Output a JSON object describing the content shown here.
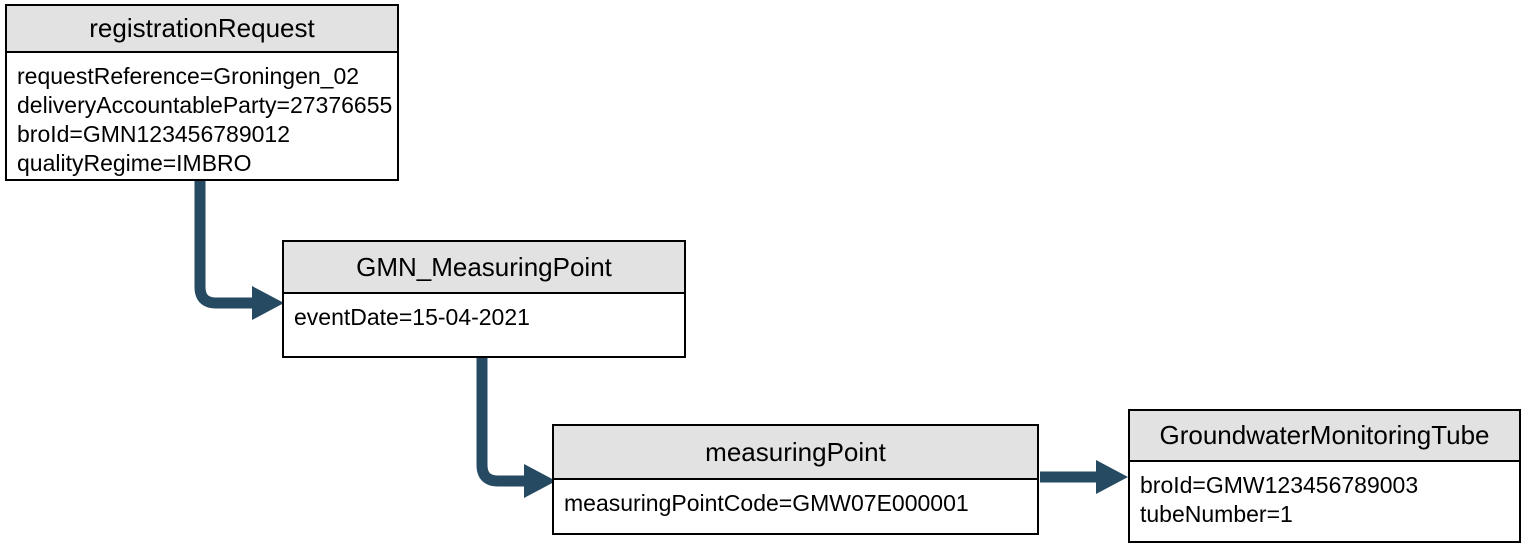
{
  "colors": {
    "arrow": "#254A61",
    "node_header_fill": "#E2E2E2",
    "node_border": "#000000",
    "background": "#FFFFFF",
    "text": "#000000"
  },
  "nodes": [
    {
      "title": "registrationRequest",
      "attributes": [
        "requestReference=Groningen_02",
        "deliveryAccountableParty=27376655",
        "broId=GMN123456789012",
        "qualityRegime=IMBRO"
      ]
    },
    {
      "title": "GMN_MeasuringPoint",
      "attributes": [
        "eventDate=15-04-2021"
      ]
    },
    {
      "title": "measuringPoint",
      "attributes": [
        "measuringPointCode=GMW07E000001"
      ]
    },
    {
      "title": "GroundwaterMonitoringTube",
      "attributes": [
        "broId=GMW123456789003",
        "tubeNumber=1"
      ]
    }
  ],
  "connectors": [
    {
      "from": "registrationRequest",
      "to": "GMN_MeasuringPoint"
    },
    {
      "from": "GMN_MeasuringPoint",
      "to": "measuringPoint"
    },
    {
      "from": "measuringPoint",
      "to": "GroundwaterMonitoringTube"
    }
  ]
}
